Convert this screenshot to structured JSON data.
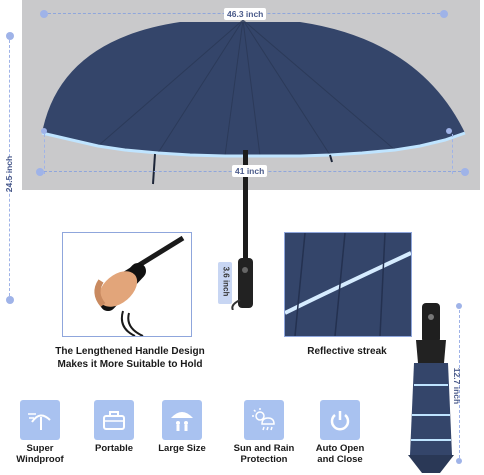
{
  "dimensions": {
    "canopy_width": "46.3 inch",
    "open_width": "41 inch",
    "total_height": "24.5 inch",
    "handle_length": "3.6 inch",
    "folded_length": "12.7 inch"
  },
  "captions": {
    "handle": "The Lengthened Handle Design Makes it More Suitable to Hold",
    "reflective": "Reflective streak"
  },
  "features": [
    {
      "icon": "wind-umbrella-icon",
      "label": "Super Windproof"
    },
    {
      "icon": "briefcase-icon",
      "label": "Portable"
    },
    {
      "icon": "umbrella-people-icon",
      "label": "Large Size"
    },
    {
      "icon": "sun-rain-icon",
      "label": "Sun and Rain Protection"
    },
    {
      "icon": "power-button-icon",
      "label": "Auto Open and Close"
    }
  ],
  "colors": {
    "canopy": "#34456a",
    "reflective": "#bfe4ff",
    "accent": "#9fb3e8",
    "icon_bg": "#a9c2f0"
  }
}
